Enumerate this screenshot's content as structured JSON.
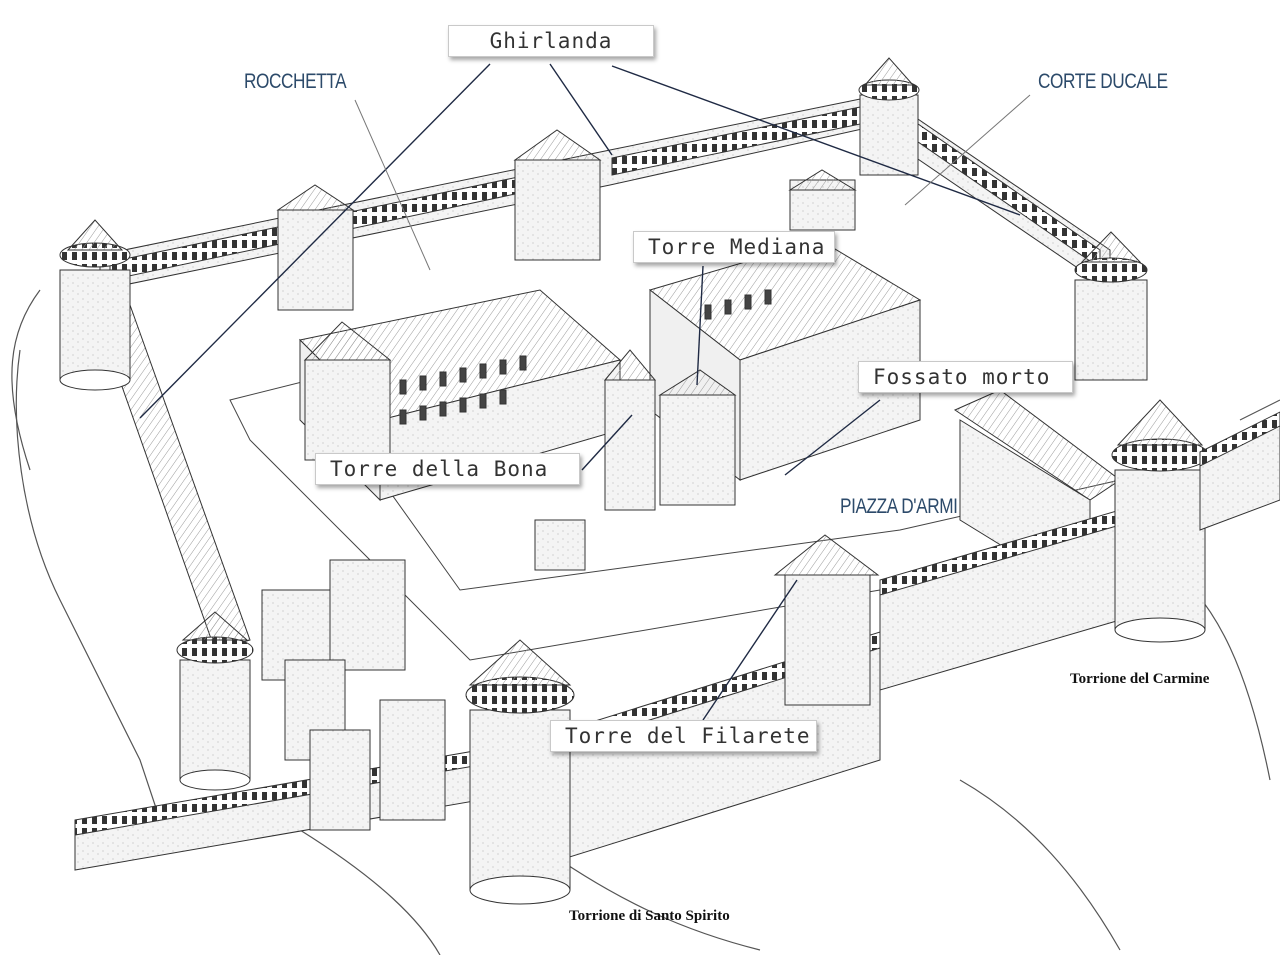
{
  "colors": {
    "ink": "#3a3a3a",
    "leader": "#1f2a44",
    "caption": "#2c4a6a",
    "background": "#ffffff"
  },
  "labels": {
    "ghirlanda": "Ghirlanda",
    "torre_mediana": "Torre Mediana",
    "fossato_morto": "Fossato morto",
    "torre_della_bona": "Torre della Bona",
    "torre_del_filarete": "Torre del Filarete"
  },
  "captions": {
    "rocchetta": "ROCCHETTA",
    "corte_ducale": "CORTE DUCALE",
    "piazza_darmi": "PIAZZA D'ARMI"
  },
  "notes": {
    "torrione_del_carmine": "Torrione del Carmine",
    "torrione_santo_spirito": "Torrione di Santo Spirito"
  }
}
